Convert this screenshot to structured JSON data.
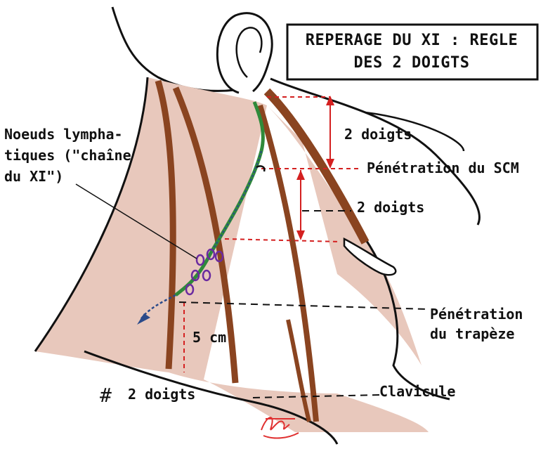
{
  "title": {
    "line1": "REPERAGE DU XI : REGLE",
    "line2": "DES 2 DOIGTS"
  },
  "labels": {
    "lymph_line1": "Noeuds lympha-",
    "lymph_line2": "tiques (\"chaîne",
    "lymph_line3": "du XI\")",
    "doigts_upper": "2 doigts",
    "doigts_middle": "2 doigts",
    "doigts_bottom": "2 doigts",
    "hash": "#",
    "scm": "Pénétration du SCM",
    "trapeze_line1": "Pénétration",
    "trapeze_line2": "du trapèze",
    "distance": "5 cm",
    "clavicule": "Clavicule"
  },
  "colors": {
    "skin_fill": "#e8c8bc",
    "muscle": "#8a4420",
    "muscle_dark": "#5a2a12",
    "measure_red": "#d42020",
    "nerve_green": "#2f8a3a",
    "nerve_blue": "#2a4a8a",
    "node_purple": "#6a2aa0",
    "signature_red": "#e03030",
    "ink": "#111111"
  },
  "icons": {
    "signature": "signature-glyph"
  }
}
